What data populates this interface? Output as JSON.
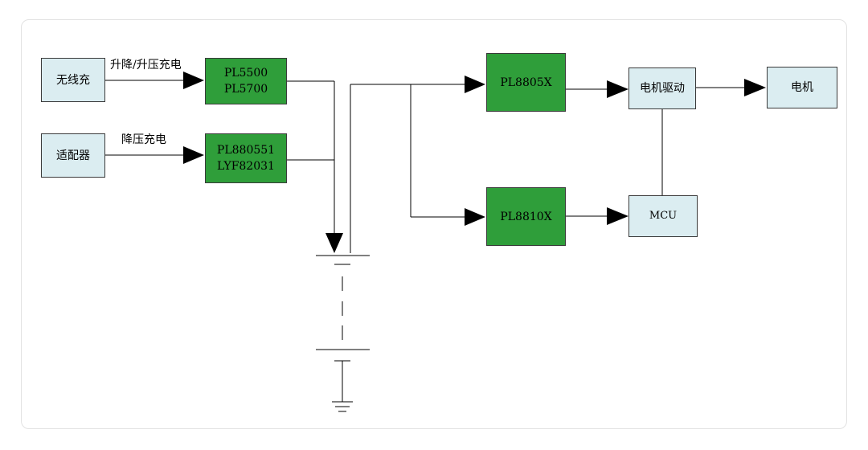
{
  "colors": {
    "source_box_fill": "#dbedf1",
    "chip_box_fill": "#2f9e3a",
    "line": "#000000",
    "frame_border": "#e2e2e2"
  },
  "blocks": {
    "wireless": "无线充",
    "adapter": "适配器",
    "chip_a": [
      "PL5500",
      "PL5700"
    ],
    "chip_b": [
      "PL880551",
      "LYF82031"
    ],
    "chip_c": "PL8805X",
    "chip_d": "PL8810X",
    "motor_driver": "电机驱动",
    "motor": "电机",
    "mcu": "MCU"
  },
  "edge_labels": {
    "wireless_to_chip_a": "升降/升压充电",
    "adapter_to_chip_b": "降压充电"
  },
  "components": {
    "battery": "battery-symbol",
    "ground": "ground-symbol"
  }
}
